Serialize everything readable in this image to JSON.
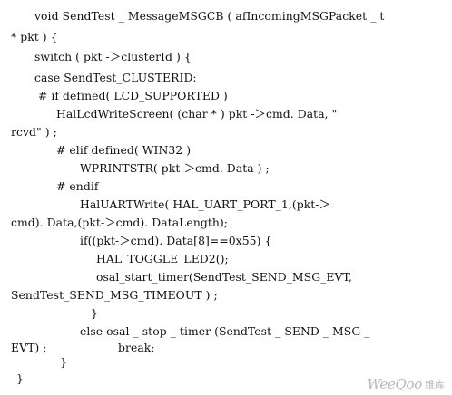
{
  "code": {
    "lines": [
      "void SendTest _ MessageMSGCB ( afIncomingMSGPacket _ t",
      "* pkt ) {",
      "switch ( pkt -＞clusterId ) {",
      "case SendTest_CLUSTERID:",
      "# if defined( LCD_SUPPORTED )",
      "HalLcdWriteScreen( (char * ) pkt -＞cmd. Data, \"",
      "rcvd\" ) ;",
      "# elif defined( WIN32 )",
      "WPRINTSTR( pkt-＞cmd. Data ) ;",
      "# endif",
      "HalUARTWrite( HAL_UART_PORT_1,(pkt-＞",
      "cmd). Data,(pkt-＞cmd). DataLength);",
      "if((pkt-＞cmd). Data[8]==0x55) {",
      "HAL_TOGGLE_LED2();",
      "osal_start_timer(SendTest_SEND_MSG_EVT,",
      "SendTest_SEND_MSG_TIMEOUT ) ;",
      "}",
      "else osal _ stop _ timer (SendTest _ SEND _ MSG _",
      "EVT) ;",
      "break;",
      "}",
      "}"
    ]
  },
  "watermark": {
    "logo_text": "WeeQoo",
    "cn_text": "维库"
  }
}
